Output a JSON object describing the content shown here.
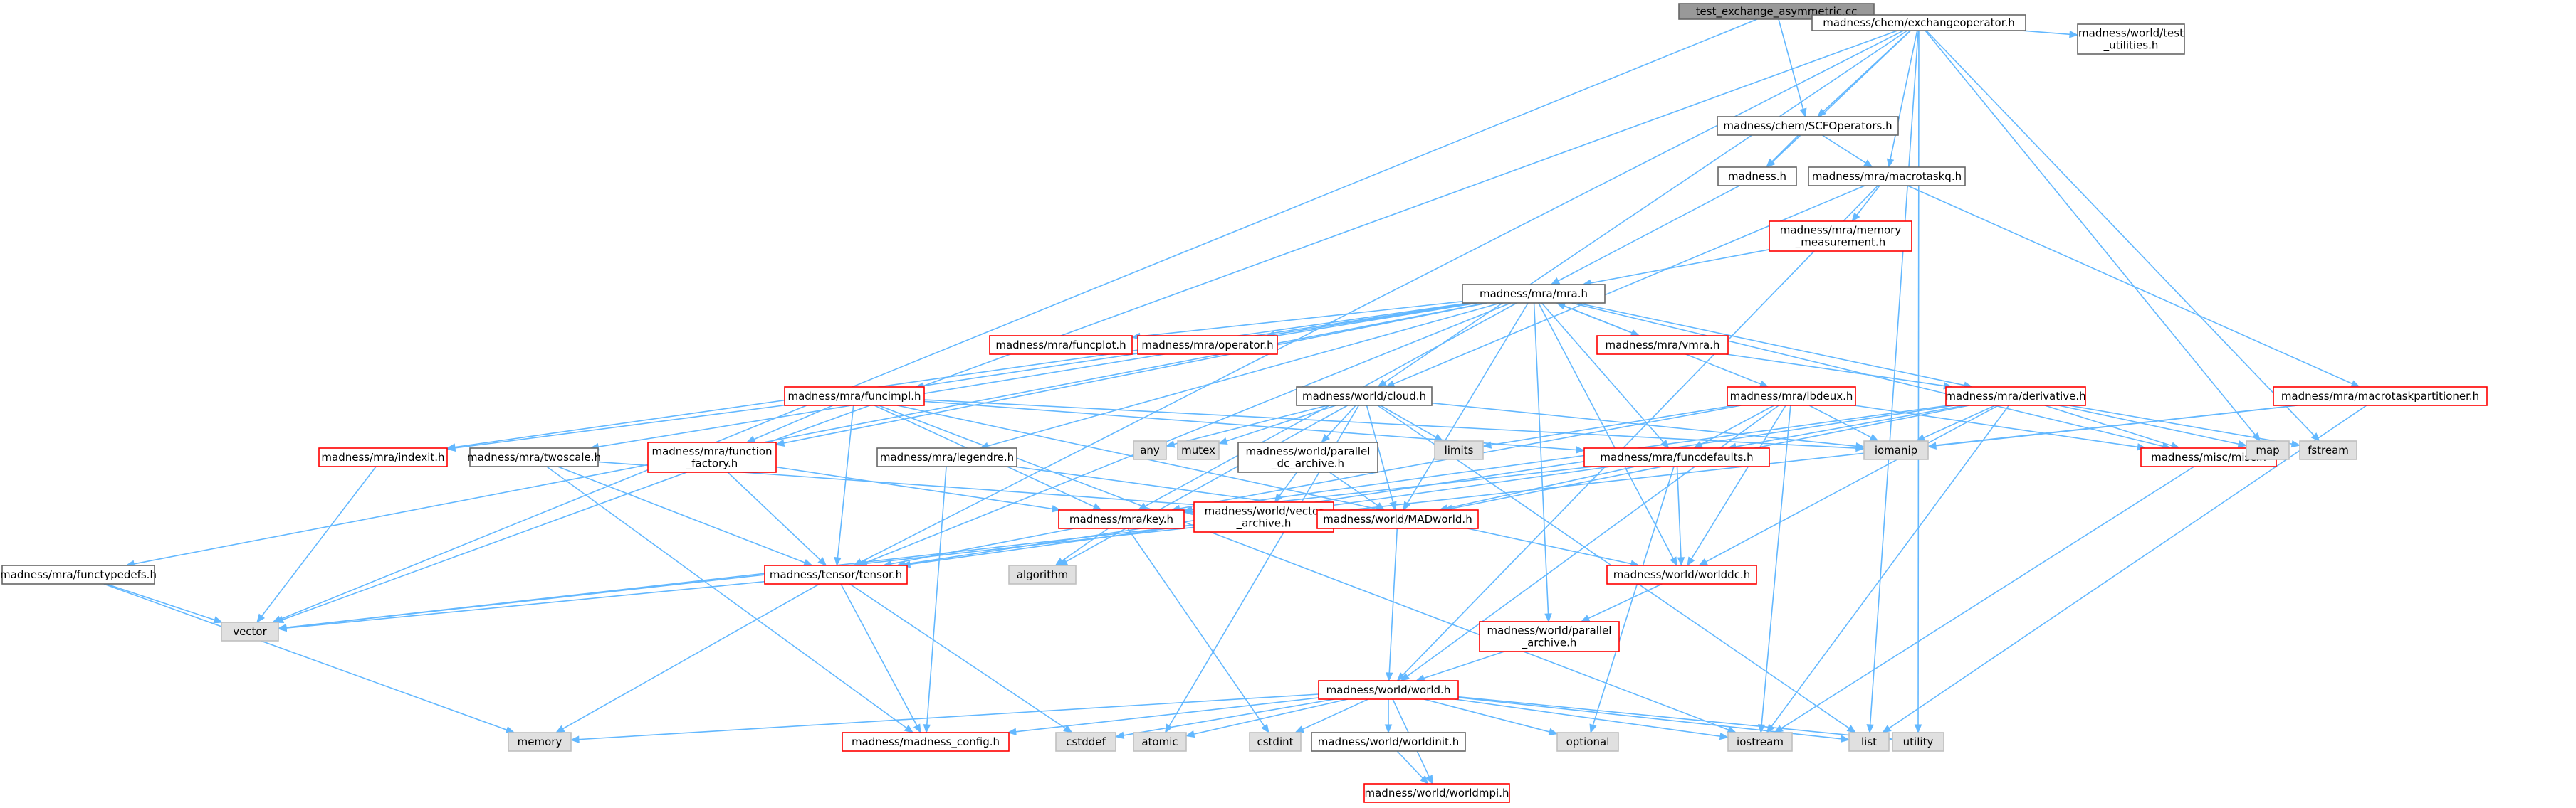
{
  "colors": {
    "edge": "#63b8ff",
    "root_fill": "#999999",
    "root_border": "#666666",
    "documented_border": "#666666",
    "undocumented_border": "#ff0000",
    "system_fill": "#e0e0e0",
    "system_border": "#c0c0c0",
    "text": "#000000"
  },
  "nodes": [
    {
      "id": "root",
      "lines": [
        "test_exchange_asymmetric.cc"
      ],
      "kind": "root"
    },
    {
      "id": "exch",
      "lines": [
        "madness/chem/exchangeoperator.h"
      ],
      "kind": "documented"
    },
    {
      "id": "testutil",
      "lines": [
        "madness/world/test",
        "_utilities.h"
      ],
      "kind": "documented"
    },
    {
      "id": "scfops",
      "lines": [
        "madness/chem/SCFOperators.h"
      ],
      "kind": "documented"
    },
    {
      "id": "madness_h",
      "lines": [
        "madness.h"
      ],
      "kind": "documented"
    },
    {
      "id": "macrotaskq",
      "lines": [
        "madness/mra/macrotaskq.h"
      ],
      "kind": "documented"
    },
    {
      "id": "memmeas",
      "lines": [
        "madness/mra/memory",
        "_measurement.h"
      ],
      "kind": "undocumented"
    },
    {
      "id": "mra",
      "lines": [
        "madness/mra/mra.h"
      ],
      "kind": "documented"
    },
    {
      "id": "funcplot",
      "lines": [
        "madness/mra/funcplot.h"
      ],
      "kind": "undocumented"
    },
    {
      "id": "operator",
      "lines": [
        "madness/mra/operator.h"
      ],
      "kind": "undocumented"
    },
    {
      "id": "vmra",
      "lines": [
        "madness/mra/vmra.h"
      ],
      "kind": "undocumented"
    },
    {
      "id": "mtpart",
      "lines": [
        "madness/mra/macrotaskpartitioner.h"
      ],
      "kind": "undocumented"
    },
    {
      "id": "funcimpl",
      "lines": [
        "madness/mra/funcimpl.h"
      ],
      "kind": "undocumented"
    },
    {
      "id": "cloud",
      "lines": [
        "madness/world/cloud.h"
      ],
      "kind": "documented"
    },
    {
      "id": "lbdeux",
      "lines": [
        "madness/mra/lbdeux.h"
      ],
      "kind": "undocumented"
    },
    {
      "id": "derivative",
      "lines": [
        "madness/mra/derivative.h"
      ],
      "kind": "undocumented"
    },
    {
      "id": "indexit",
      "lines": [
        "madness/mra/indexit.h"
      ],
      "kind": "undocumented"
    },
    {
      "id": "twoscale",
      "lines": [
        "madness/mra/twoscale.h"
      ],
      "kind": "documented"
    },
    {
      "id": "funcfactory",
      "lines": [
        "madness/mra/function",
        "_factory.h"
      ],
      "kind": "undocumented"
    },
    {
      "id": "legendre",
      "lines": [
        "madness/mra/legendre.h"
      ],
      "kind": "documented"
    },
    {
      "id": "any",
      "lines": [
        "any"
      ],
      "kind": "system"
    },
    {
      "id": "mutex",
      "lines": [
        "mutex"
      ],
      "kind": "system"
    },
    {
      "id": "parchive",
      "lines": [
        "madness/world/parallel",
        "_dc_archive.h"
      ],
      "kind": "documented"
    },
    {
      "id": "limits",
      "lines": [
        "limits"
      ],
      "kind": "system"
    },
    {
      "id": "funcdefaults",
      "lines": [
        "madness/mra/funcdefaults.h"
      ],
      "kind": "undocumented"
    },
    {
      "id": "iomanip",
      "lines": [
        "iomanip"
      ],
      "kind": "system"
    },
    {
      "id": "misc",
      "lines": [
        "madness/misc/misc.h"
      ],
      "kind": "undocumented"
    },
    {
      "id": "map",
      "lines": [
        "map"
      ],
      "kind": "system"
    },
    {
      "id": "fstream",
      "lines": [
        "fstream"
      ],
      "kind": "system"
    },
    {
      "id": "vecarchive",
      "lines": [
        "madness/world/vector",
        "_archive.h"
      ],
      "kind": "undocumented"
    },
    {
      "id": "key",
      "lines": [
        "madness/mra/key.h"
      ],
      "kind": "undocumented"
    },
    {
      "id": "madworld",
      "lines": [
        "madness/world/MADworld.h"
      ],
      "kind": "undocumented"
    },
    {
      "id": "functypedefs",
      "lines": [
        "madness/mra/functypedefs.h"
      ],
      "kind": "documented"
    },
    {
      "id": "tensor",
      "lines": [
        "madness/tensor/tensor.h"
      ],
      "kind": "undocumented"
    },
    {
      "id": "algorithm",
      "lines": [
        "algorithm"
      ],
      "kind": "system"
    },
    {
      "id": "worlddc",
      "lines": [
        "madness/world/worlddc.h"
      ],
      "kind": "undocumented"
    },
    {
      "id": "vector",
      "lines": [
        "vector"
      ],
      "kind": "system"
    },
    {
      "id": "parallelarchive",
      "lines": [
        "madness/world/parallel",
        "_archive.h"
      ],
      "kind": "undocumented"
    },
    {
      "id": "world",
      "lines": [
        "madness/world/world.h"
      ],
      "kind": "undocumented"
    },
    {
      "id": "memory",
      "lines": [
        "memory"
      ],
      "kind": "system"
    },
    {
      "id": "config",
      "lines": [
        "madness/madness_config.h"
      ],
      "kind": "undocumented"
    },
    {
      "id": "cstddef",
      "lines": [
        "cstddef"
      ],
      "kind": "system"
    },
    {
      "id": "atomic",
      "lines": [
        "atomic"
      ],
      "kind": "system"
    },
    {
      "id": "cstdint",
      "lines": [
        "cstdint"
      ],
      "kind": "system"
    },
    {
      "id": "worldinit",
      "lines": [
        "madness/world/worldinit.h"
      ],
      "kind": "documented"
    },
    {
      "id": "optional",
      "lines": [
        "optional"
      ],
      "kind": "system"
    },
    {
      "id": "iostream",
      "lines": [
        "iostream"
      ],
      "kind": "system"
    },
    {
      "id": "list",
      "lines": [
        "list"
      ],
      "kind": "system"
    },
    {
      "id": "utility",
      "lines": [
        "utility"
      ],
      "kind": "system"
    },
    {
      "id": "worldmpi",
      "lines": [
        "madness/world/worldmpi.h"
      ],
      "kind": "undocumented"
    }
  ],
  "edges": [
    [
      "root",
      "exch"
    ],
    [
      "root",
      "testutil"
    ],
    [
      "root",
      "scfops"
    ],
    [
      "root",
      "vector"
    ],
    [
      "exch",
      "scfops"
    ],
    [
      "exch",
      "madness_h"
    ],
    [
      "exch",
      "macrotaskq"
    ],
    [
      "exch",
      "cloud"
    ],
    [
      "exch",
      "tensor"
    ],
    [
      "exch",
      "vector"
    ],
    [
      "exch",
      "map"
    ],
    [
      "exch",
      "fstream"
    ],
    [
      "exch",
      "list"
    ],
    [
      "exch",
      "utility"
    ],
    [
      "scfops",
      "madness_h"
    ],
    [
      "scfops",
      "macrotaskq"
    ],
    [
      "madness_h",
      "mra"
    ],
    [
      "macrotaskq",
      "memmeas"
    ],
    [
      "macrotaskq",
      "mtpart"
    ],
    [
      "macrotaskq",
      "cloud"
    ],
    [
      "macrotaskq",
      "world"
    ],
    [
      "memmeas",
      "mra"
    ],
    [
      "mra",
      "funcplot"
    ],
    [
      "mra",
      "operator"
    ],
    [
      "mra",
      "vmra"
    ],
    [
      "mra",
      "funcimpl"
    ],
    [
      "mra",
      "lbdeux"
    ],
    [
      "mra",
      "derivative"
    ],
    [
      "mra",
      "indexit"
    ],
    [
      "mra",
      "twoscale"
    ],
    [
      "mra",
      "funcfactory"
    ],
    [
      "mra",
      "legendre"
    ],
    [
      "mra",
      "funcdefaults"
    ],
    [
      "mra",
      "misc"
    ],
    [
      "mra",
      "key"
    ],
    [
      "mra",
      "madworld"
    ],
    [
      "mra",
      "functypedefs"
    ],
    [
      "mra",
      "tensor"
    ],
    [
      "mra",
      "worlddc"
    ],
    [
      "mra",
      "parallelarchive"
    ],
    [
      "vmra",
      "mra"
    ],
    [
      "vmra",
      "derivative"
    ],
    [
      "funcimpl",
      "indexit"
    ],
    [
      "funcimpl",
      "funcfactory"
    ],
    [
      "funcimpl",
      "funcdefaults"
    ],
    [
      "funcimpl",
      "key"
    ],
    [
      "funcimpl",
      "tensor"
    ],
    [
      "funcimpl",
      "worlddc"
    ],
    [
      "funcimpl",
      "iostream"
    ],
    [
      "funcimpl",
      "iomanip"
    ],
    [
      "cloud",
      "any"
    ],
    [
      "cloud",
      "mutex"
    ],
    [
      "cloud",
      "parchive"
    ],
    [
      "cloud",
      "limits"
    ],
    [
      "cloud",
      "iomanip"
    ],
    [
      "cloud",
      "madworld"
    ],
    [
      "cloud",
      "algorithm"
    ],
    [
      "cloud",
      "atomic"
    ],
    [
      "cloud",
      "list"
    ],
    [
      "lbdeux",
      "funcdefaults"
    ],
    [
      "lbdeux",
      "key"
    ],
    [
      "lbdeux",
      "worlddc"
    ],
    [
      "lbdeux",
      "limits"
    ],
    [
      "lbdeux",
      "iomanip"
    ],
    [
      "lbdeux",
      "misc"
    ],
    [
      "lbdeux",
      "iostream"
    ],
    [
      "lbdeux",
      "world"
    ],
    [
      "derivative",
      "funcdefaults"
    ],
    [
      "derivative",
      "key"
    ],
    [
      "derivative",
      "iomanip"
    ],
    [
      "derivative",
      "misc"
    ],
    [
      "derivative",
      "map"
    ],
    [
      "derivative",
      "fstream"
    ],
    [
      "derivative",
      "tensor"
    ],
    [
      "derivative",
      "worlddc"
    ],
    [
      "derivative",
      "iostream"
    ],
    [
      "derivative",
      "madworld"
    ],
    [
      "mtpart",
      "iomanip"
    ],
    [
      "mtpart",
      "list"
    ],
    [
      "mtpart",
      "vector"
    ],
    [
      "indexit",
      "vector"
    ],
    [
      "twoscale",
      "tensor"
    ],
    [
      "twoscale",
      "madworld"
    ],
    [
      "twoscale",
      "config"
    ],
    [
      "funcfactory",
      "key"
    ],
    [
      "funcfactory",
      "tensor"
    ],
    [
      "legendre",
      "madworld"
    ],
    [
      "legendre",
      "config"
    ],
    [
      "parchive",
      "vecarchive"
    ],
    [
      "parchive",
      "madworld"
    ],
    [
      "funcdefaults",
      "key"
    ],
    [
      "funcdefaults",
      "madworld"
    ],
    [
      "funcdefaults",
      "worlddc"
    ],
    [
      "funcdefaults",
      "tensor"
    ],
    [
      "funcdefaults",
      "optional"
    ],
    [
      "misc",
      "iostream"
    ],
    [
      "vecarchive",
      "vector"
    ],
    [
      "key",
      "tensor"
    ],
    [
      "key",
      "algorithm"
    ],
    [
      "key",
      "cstdint"
    ],
    [
      "madworld",
      "world"
    ],
    [
      "functypedefs",
      "vector"
    ],
    [
      "functypedefs",
      "memory"
    ],
    [
      "tensor",
      "vector"
    ],
    [
      "tensor",
      "memory"
    ],
    [
      "tensor",
      "config"
    ],
    [
      "tensor",
      "cstddef"
    ],
    [
      "worlddc",
      "parallelarchive"
    ],
    [
      "parallelarchive",
      "world"
    ],
    [
      "world",
      "memory"
    ],
    [
      "world",
      "config"
    ],
    [
      "world",
      "cstddef"
    ],
    [
      "world",
      "atomic"
    ],
    [
      "world",
      "cstdint"
    ],
    [
      "world",
      "worldinit"
    ],
    [
      "world",
      "optional"
    ],
    [
      "world",
      "iostream"
    ],
    [
      "world",
      "list"
    ],
    [
      "world",
      "utility"
    ],
    [
      "world",
      "worldmpi"
    ],
    [
      "worldinit",
      "worldmpi"
    ]
  ]
}
